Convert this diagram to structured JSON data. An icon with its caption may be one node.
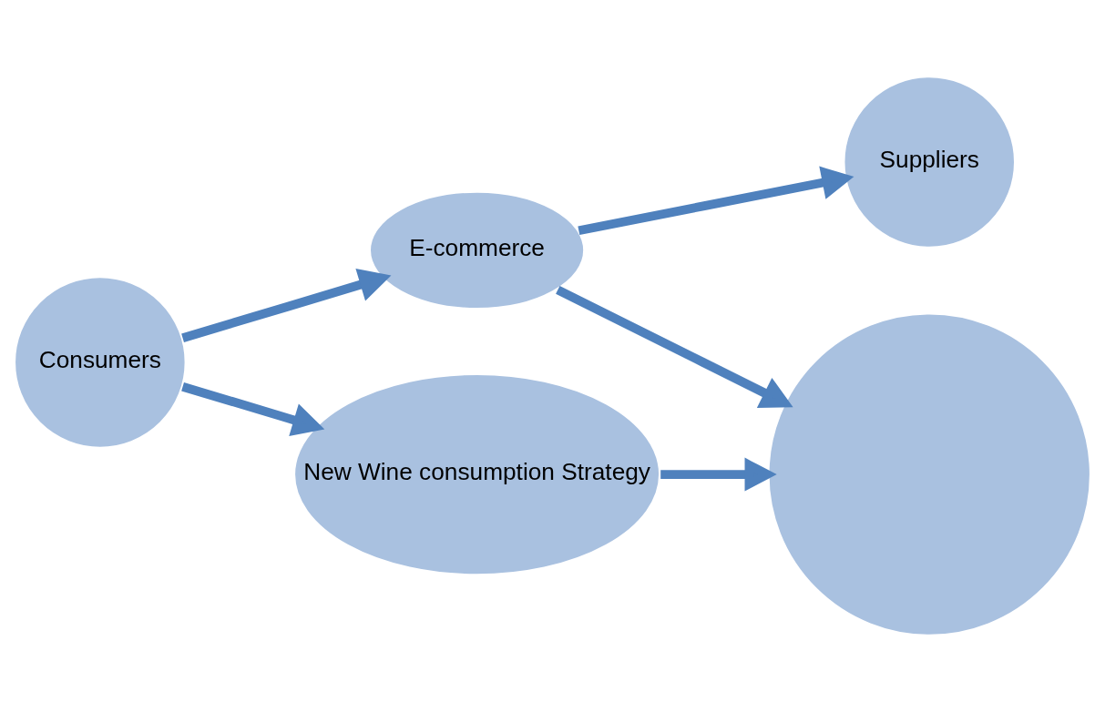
{
  "diagram": {
    "nodes": [
      {
        "text": [
          "Suppliers"
        ]
      },
      {
        "text": [],
        "shape": "circle"
      },
      {
        "text": [
          "E-commerce"
        ]
      },
      {
        "text": [
          "New Wine consumption Strategy"
        ]
      },
      {
        "text": [
          "Consumers"
        ]
      }
    ],
    "edges": [
      {
        "from": 2,
        "to": 0,
        "arrow": "to"
      },
      {
        "from": 2,
        "to": 1,
        "arrow": "to"
      },
      {
        "from": 4,
        "to": 2,
        "arrow": "to"
      },
      {
        "from": 4,
        "to": 3,
        "arrow": "to"
      },
      {
        "from": 3,
        "to": 1,
        "arrow": "to"
      }
    ]
  }
}
